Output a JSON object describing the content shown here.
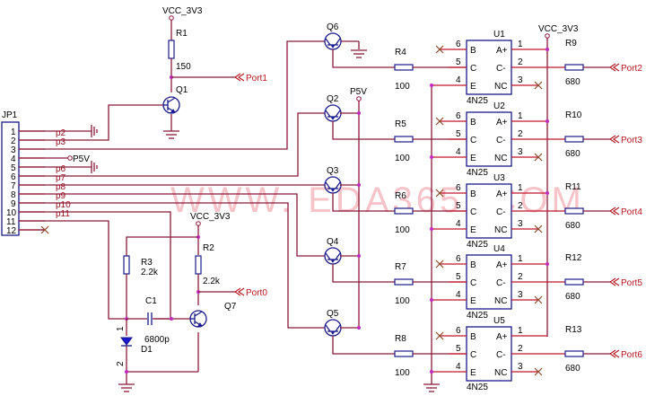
{
  "watermark": "WWW. EDA365 .COM",
  "power": {
    "vcc": "VCC_3V3",
    "p5v": "P5V"
  },
  "connector": {
    "ref": "JP1",
    "pins": [
      "1",
      "2",
      "3",
      "4",
      "5",
      "6",
      "7",
      "8",
      "9",
      "10",
      "11",
      "12"
    ],
    "nets": [
      "p2",
      "p3",
      "p6",
      "p7",
      "p8",
      "p9",
      "p10",
      "p11"
    ],
    "pin4_net": "P5V"
  },
  "q1_stage": {
    "r_ref": "R1",
    "r_val": "150",
    "q_ref": "Q1",
    "port": "Port1"
  },
  "q7_stage": {
    "r2_ref": "R2",
    "r2_val": "2.2k",
    "r3_ref": "R3",
    "r3_val": "2.2k",
    "c_ref": "C1",
    "c_val": "6800p",
    "d_ref": "D1",
    "d_pin1": "1",
    "d_pin2": "2",
    "q_ref": "Q7",
    "port": "Port0"
  },
  "drivers": [
    {
      "q": "Q6",
      "r": "R4",
      "rv": "100"
    },
    {
      "q": "Q2",
      "r": "R5",
      "rv": "100"
    },
    {
      "q": "Q3",
      "r": "R6",
      "rv": "100"
    },
    {
      "q": "Q4",
      "r": "R7",
      "rv": "100"
    },
    {
      "q": "Q5",
      "r": "R8",
      "rv": "100"
    }
  ],
  "optos": [
    {
      "ref": "U1",
      "part": "4N25",
      "r": "R9",
      "rv": "680",
      "port": "Port2"
    },
    {
      "ref": "U2",
      "part": "4N25",
      "r": "R10",
      "rv": "680",
      "port": "Port3"
    },
    {
      "ref": "U3",
      "part": "4N25",
      "r": "R11",
      "rv": "680",
      "port": "Port4"
    },
    {
      "ref": "U4",
      "part": "4N25",
      "r": "R12",
      "rv": "680",
      "port": "Port5"
    },
    {
      "ref": "U5",
      "part": "4N25",
      "r": "R13",
      "rv": "680",
      "port": "Port6"
    }
  ],
  "opto_pins": {
    "left": [
      {
        "no": "6",
        "name": "B"
      },
      {
        "no": "5",
        "name": "C"
      },
      {
        "no": "4",
        "name": "E"
      }
    ],
    "right": [
      {
        "no": "1",
        "name": "A+"
      },
      {
        "no": "2",
        "name": "C-"
      },
      {
        "no": "3",
        "name": "NC"
      }
    ]
  }
}
